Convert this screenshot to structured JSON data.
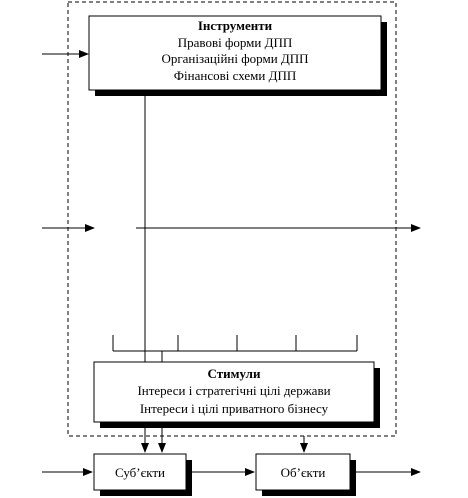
{
  "instruments": {
    "title": "Інструменти",
    "items": [
      "Правові форми ДПП",
      "Організаційні форми ДПП",
      "Фінансові схеми ДПП"
    ]
  },
  "stimuli": {
    "title": "Стимули",
    "items": [
      "Інтереси і стратегічні цілі держави",
      "Інтереси і цілі приватного бізнесу"
    ]
  },
  "subjects": {
    "label": "Суб’єкти"
  },
  "objects": {
    "label": "Об’єкти"
  },
  "colors": {
    "line": "#000000",
    "box_fill": "#ffffff",
    "shadow": "#000000"
  }
}
